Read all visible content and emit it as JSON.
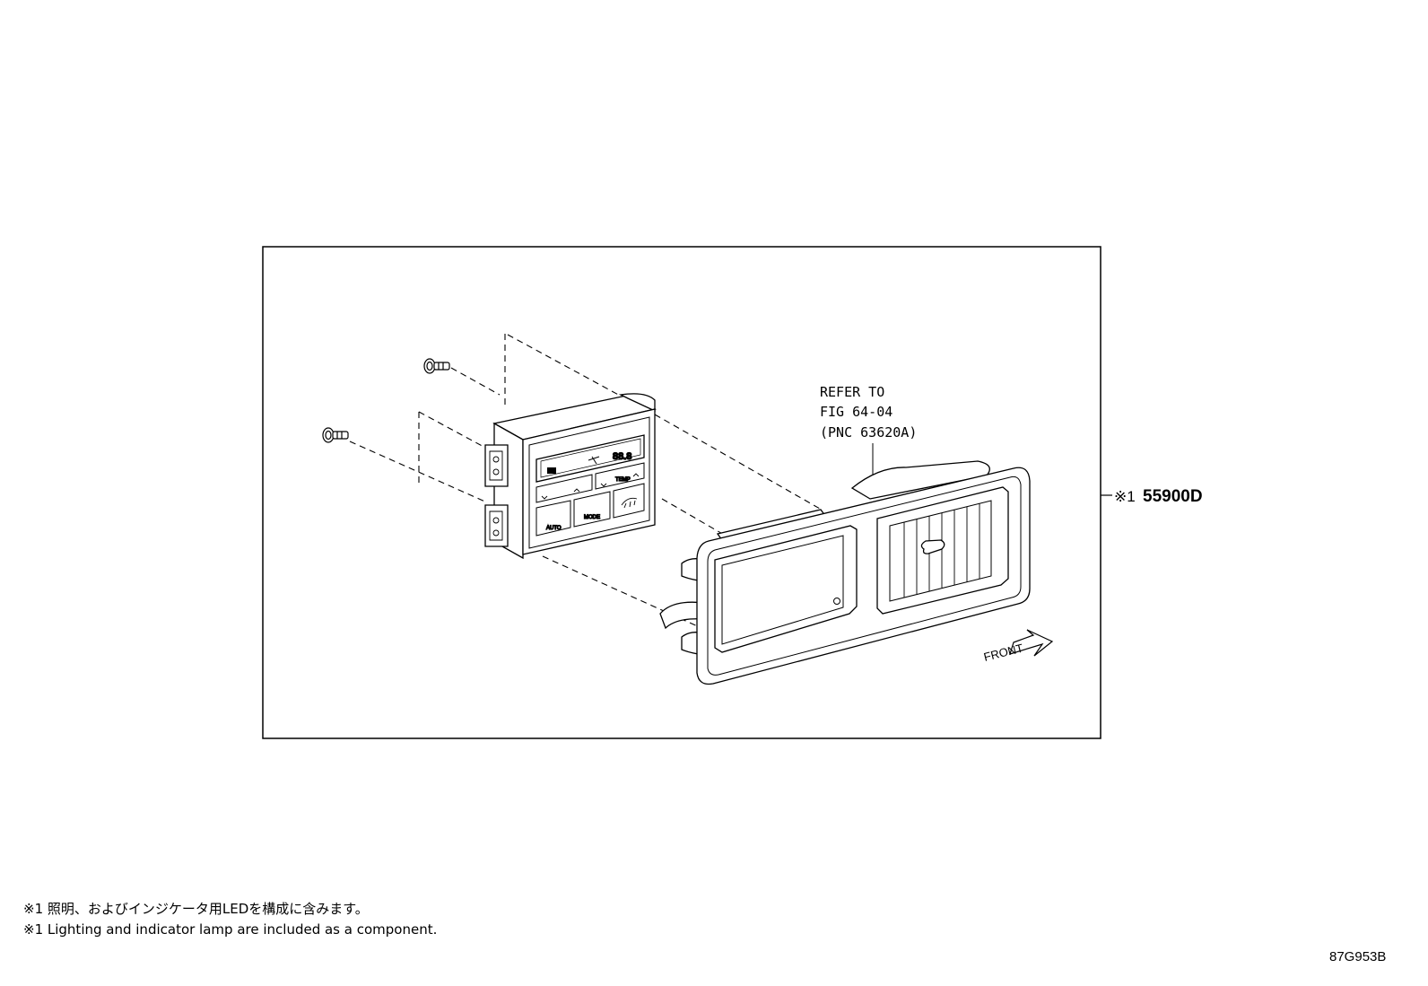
{
  "callout": {
    "line1": "REFER TO",
    "line2": "FIG 64-04",
    "line3": "(PNC 63620A)"
  },
  "part": {
    "note_mark": "※1",
    "code": "55900D"
  },
  "front_label": "FRONT",
  "panel": {
    "temp_reading": "88.8",
    "auto_label": "AUTO",
    "mode_label": "MODE",
    "temp_label": "TEMP"
  },
  "notes": {
    "japanese": "※1 照明、およびインジケータ用LEDを構成に含みます。",
    "english": "※1 Lighting and indicator lamp are included as a component."
  },
  "illustration_code": "87G953B"
}
